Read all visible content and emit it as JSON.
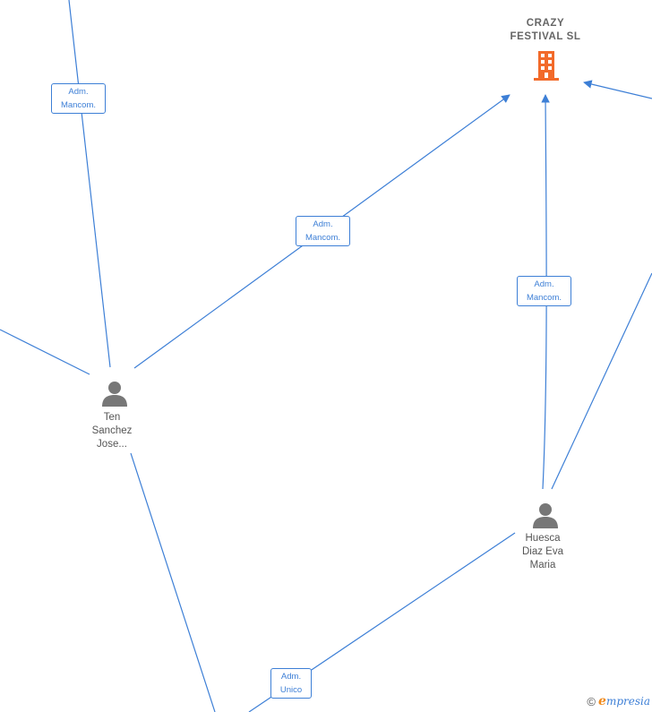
{
  "company": {
    "name_line1": "CRAZY",
    "name_line2": "FESTIVAL  SL",
    "icon": "building-icon",
    "color": "#f26a2a"
  },
  "people": [
    {
      "id": "ten",
      "line1": "Ten",
      "line2": "Sanchez",
      "line3": "Jose...",
      "icon": "person-icon"
    },
    {
      "id": "huesca",
      "line1": "Huesca",
      "line2": "Diaz Eva",
      "line3": "Maria",
      "icon": "person-icon"
    }
  ],
  "edge_labels": [
    {
      "id": "top-left",
      "line1": "Adm.",
      "line2": "Mancom."
    },
    {
      "id": "middle",
      "line1": "Adm.",
      "line2": "Mancom."
    },
    {
      "id": "right",
      "line1": "Adm.",
      "line2": "Mancom."
    },
    {
      "id": "bottom",
      "line1": "Adm.",
      "line2": "Unico"
    }
  ],
  "footer": {
    "copyright": "©",
    "brand_first": "e",
    "brand_rest": "mpresia"
  },
  "colors": {
    "edge": "#3d7fd6",
    "person": "#777777",
    "text": "#555555"
  }
}
